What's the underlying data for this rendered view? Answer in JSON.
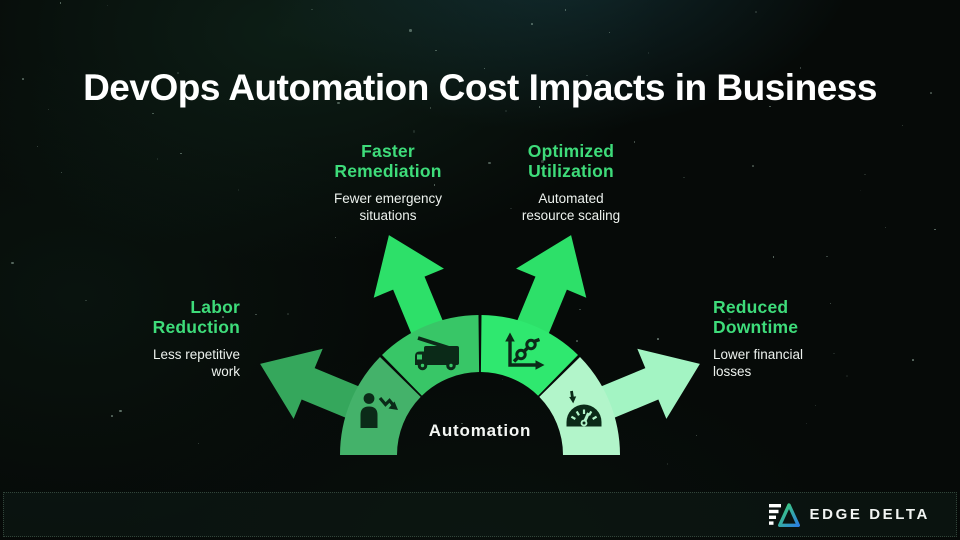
{
  "title": "DevOps Automation Cost Impacts in Business",
  "diagram": {
    "center_label": "Automation",
    "impacts": [
      {
        "heading": "Labor\nReduction",
        "description": "Less repetitive\nwork",
        "icon": "person-decline-icon"
      },
      {
        "heading": "Faster\nRemediation",
        "description": "Fewer emergency\nsituations",
        "icon": "fire-truck-icon"
      },
      {
        "heading": "Optimized\nUtilization",
        "description": "Automated\nresource scaling",
        "icon": "growth-chart-icon"
      },
      {
        "heading": "Reduced\nDowntime",
        "description": "Lower financial\nlosses",
        "icon": "gauge-down-icon"
      }
    ]
  },
  "footer": {
    "brand": "EDGE DELTA"
  },
  "colors": {
    "background": "#060A08",
    "heading": "#3EDC7A",
    "body_text": "#EDF2EE",
    "seg_labor": "#44B26A",
    "seg_remediation": "#38C667",
    "seg_utilization": "#2FE86F",
    "seg_downtime": "#B2F5CA",
    "arrow_labor": "#35A75C",
    "arrow_remediation": "#2DE069",
    "arrow_utilization": "#2DE069",
    "arrow_downtime": "#A3F4C3",
    "icon_dark": "#0B2A18",
    "logo_green": "#3FD66F",
    "logo_blue": "#2B7FE0"
  }
}
